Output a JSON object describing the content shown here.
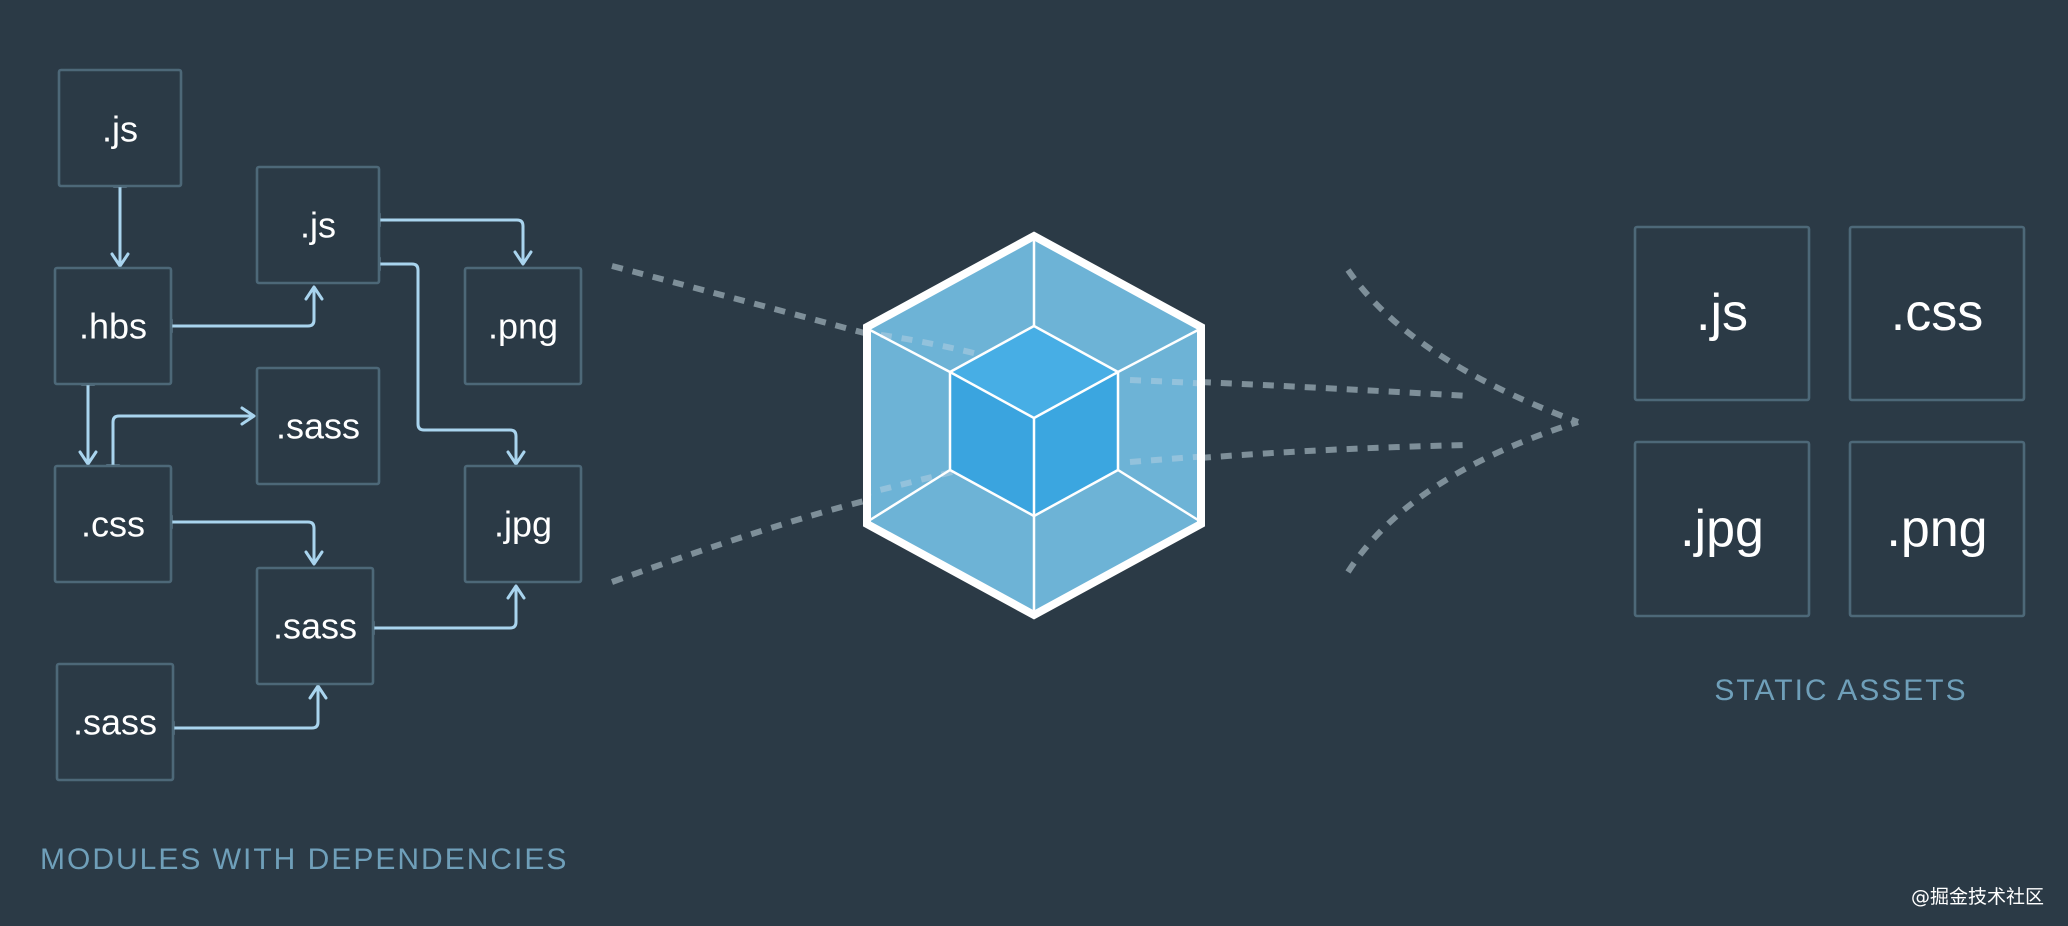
{
  "modules_section": {
    "title": "MODULES WITH DEPENDENCIES",
    "nodes": {
      "js_top": ".js",
      "js_mid": ".js",
      "hbs": ".hbs",
      "png": ".png",
      "sass_top": ".sass",
      "css": ".css",
      "jpg": ".jpg",
      "sass_mid": ".sass",
      "sass_bottom": ".sass"
    }
  },
  "assets_section": {
    "title": "STATIC ASSETS",
    "assets": {
      "js": ".js",
      "css": ".css",
      "jpg": ".jpg",
      "png": ".png"
    }
  },
  "logo": {
    "icon": "webpack-cube-icon",
    "colors": {
      "outline": "#ffffff",
      "outer": "#6db3d6",
      "inner": "#3ba6e0",
      "inner_edges": "#ffffff"
    }
  },
  "colors": {
    "background": "#2b3a46",
    "box_border": "#4d6878",
    "arrow": "#a9d4ee",
    "dotted_line": "#7e8f99",
    "title_text": "#6f9fb9"
  },
  "watermark": "@掘金技术社区"
}
